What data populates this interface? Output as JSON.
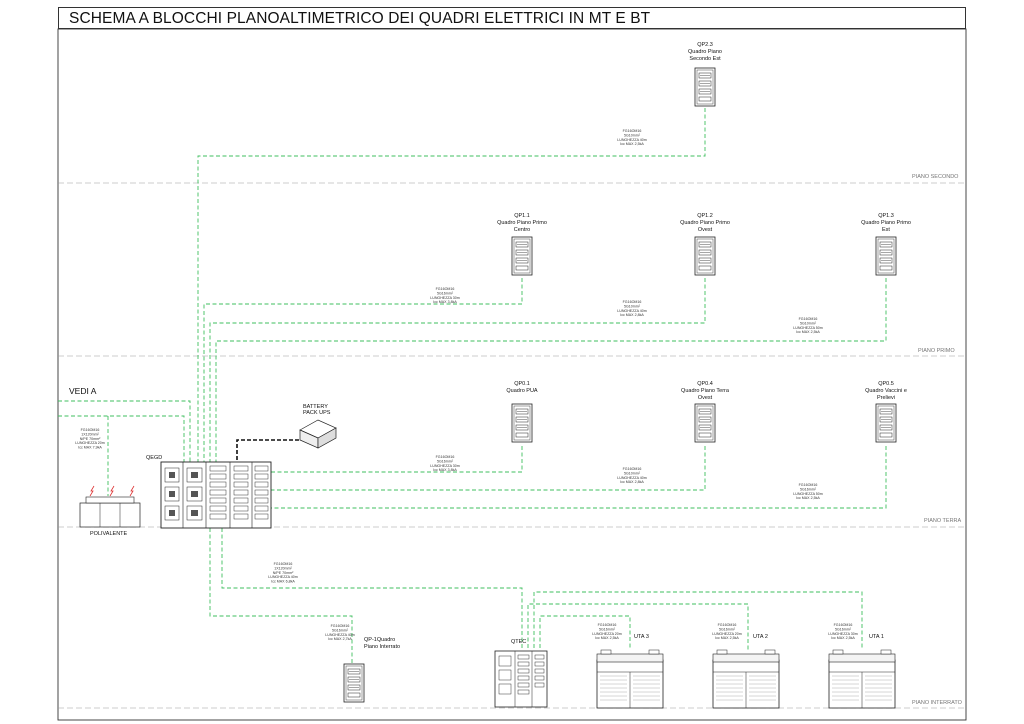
{
  "title": "SCHEMA A BLOCCHI PLANOALTIMETRICO DEI QUADRI ELETTRICI IN MT E BT",
  "colors": {
    "link": "#3fbf5f",
    "frame": "#333333",
    "floor_line": "#9a9a9a",
    "battery_link": "#111111"
  },
  "floors": [
    {
      "id": "secondo",
      "label": "PIANO SECONDO"
    },
    {
      "id": "primo",
      "label": "PIANO PRIMO"
    },
    {
      "id": "terra",
      "label": "PIANO TERRA"
    },
    {
      "id": "interrato",
      "label": "PIANO INTERRATO"
    }
  ],
  "vedi_a": "VEDI A",
  "panels": [
    {
      "id": "qp23",
      "lines": [
        "QP2.3",
        "Quadro Piano",
        "Secondo Est"
      ]
    },
    {
      "id": "qp11",
      "lines": [
        "QP1.1",
        "Quadro Piano Primo",
        "Centro"
      ]
    },
    {
      "id": "qp12",
      "lines": [
        "QP1.2",
        "Quadro Piano Primo",
        "Ovest"
      ]
    },
    {
      "id": "qp13",
      "lines": [
        "QP1.3",
        "Quadro Piano Primo",
        "Est"
      ]
    },
    {
      "id": "qp01",
      "lines": [
        "QP0.1",
        "Quadro PUA"
      ]
    },
    {
      "id": "qp04",
      "lines": [
        "QP0.4",
        "Quadro Piano Terra",
        "Ovest"
      ]
    },
    {
      "id": "qp05",
      "lines": [
        "QP0.5",
        "Quadro Vaccini e",
        "Prelievi"
      ]
    },
    {
      "id": "qpm1",
      "lines": [
        "QP-1Quadro",
        "Piano Interrato"
      ]
    }
  ],
  "labels": {
    "qegd": "QEGD",
    "qtec": "QTEC",
    "battery": [
      "BATTERY",
      "PACK UPS"
    ],
    "polivalente": "POLIVALENTE",
    "uta1": "UTA 1",
    "uta2": "UTA 2",
    "uta3": "UTA 3"
  },
  "cables": [
    {
      "id": "c-qp23",
      "lines": [
        "FG16OM16",
        "5G10mm²",
        "LUNGHEZZA 40m",
        "Icc MAX 2,5kA"
      ]
    },
    {
      "id": "c-qp11",
      "lines": [
        "FG16OM16",
        "5G16mm²",
        "LUNGHEZZA 30m",
        "Icc MAX 3,8kA"
      ]
    },
    {
      "id": "c-qp12",
      "lines": [
        "FG16OM16",
        "5G10mm²",
        "LUNGHEZZA 40m",
        "Icc MAX 2,8kA"
      ]
    },
    {
      "id": "c-qp13",
      "lines": [
        "FG16OM16",
        "5G10mm²",
        "LUNGHEZZA 50m",
        "Icc MAX 2,5kA"
      ]
    },
    {
      "id": "c-qp01",
      "lines": [
        "FG16OM16",
        "5G16mm²",
        "LUNGHEZZA 30m",
        "Icc MAX 3,8kA"
      ]
    },
    {
      "id": "c-qp04",
      "lines": [
        "FG16OM16",
        "5G10mm²",
        "LUNGHEZZA 40m",
        "Icc MAX 2,8kA"
      ]
    },
    {
      "id": "c-qp05",
      "lines": [
        "FG16OM16",
        "5G16mm²",
        "LUNGHEZZA 50m",
        "Icc MAX 2,5kA"
      ]
    },
    {
      "id": "c-poli",
      "lines": [
        "FG16OM16",
        "1X120mm²",
        "N/PE 70mm²",
        "LUNGHEZZA 20m",
        "Icc MAX 7,9kA"
      ]
    },
    {
      "id": "c-qtec",
      "lines": [
        "FG16OM16",
        "1X120mm²",
        "N/PE 70mm²",
        "LUNGHEZZA 40m",
        "Icc MAX 6,8kA"
      ]
    },
    {
      "id": "c-qpm1",
      "lines": [
        "FG16OM16",
        "5G16mm²",
        "LUNGHEZZA 40m",
        "Icc MAX 2,7kA"
      ]
    },
    {
      "id": "c-uta3",
      "lines": [
        "FG16OM16",
        "5G16mm²",
        "LUNGHEZZA 20m",
        "Icc MAX 2,5kA"
      ]
    },
    {
      "id": "c-uta2",
      "lines": [
        "FG16OM16",
        "5G16mm²",
        "LUNGHEZZA 20m",
        "Icc MAX 2,5kA"
      ]
    },
    {
      "id": "c-uta1",
      "lines": [
        "FG16OM16",
        "5G16mm²",
        "LUNGHEZZA 30m",
        "Icc MAX 2,5kA"
      ]
    }
  ]
}
